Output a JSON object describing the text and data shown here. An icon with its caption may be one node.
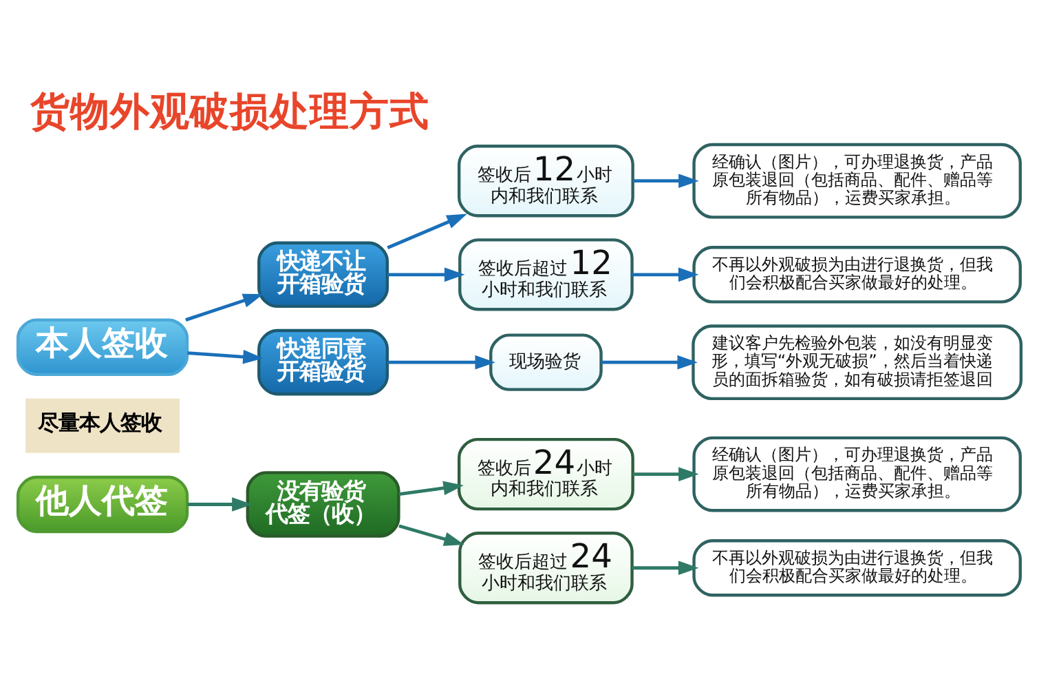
{
  "diagram": {
    "title": "货物外观破损处理方式",
    "nodes": [
      {
        "text": [
          "本人签收"
        ]
      },
      {
        "text": [
          "快递不让开箱验货"
        ]
      },
      {
        "text": [
          "签收后12小时内和我们联系"
        ]
      },
      {
        "text": [
          "经确认（图片），可办理退换货，产品原包装退回（包括商品、配件、赠品等所有物品），运费买家承担。"
        ]
      },
      {
        "text": [
          "签收后超过12小时和我们联系"
        ]
      },
      {
        "text": [
          "不再以外观破损为由进行退换货，但我们会积极配合买家做最好的处理。"
        ]
      },
      {
        "text": [
          "快递同意开箱验货"
        ]
      },
      {
        "text": [
          "现场验货"
        ]
      },
      {
        "text": [
          "建议客户先检验外包装，如没有明显变形，填写“外观无破损”，然后当着快递员的面拆箱验货，如有破损请拒签退回"
        ]
      },
      {
        "text": [
          "他人代签"
        ]
      },
      {
        "text": [
          "没有验货代签（收）"
        ]
      },
      {
        "text": [
          "签收后24小时内和我们联系"
        ]
      },
      {
        "text": [
          "经确认（图片），可办理退换货，产品原包装退回（包括商品、配件、赠品等所有物品），运费买家承担。"
        ]
      },
      {
        "text": [
          "签收后超过24小时和我们联系"
        ]
      },
      {
        "text": [
          "不再以外观破损为由进行退换货，但我们会积极配合买家做最好的处理。"
        ]
      }
    ],
    "edges": [
      {
        "from": 0,
        "to": 1,
        "arrow": "to"
      },
      {
        "from": 0,
        "to": 6,
        "arrow": "to"
      },
      {
        "from": 1,
        "to": 2,
        "arrow": "to"
      },
      {
        "from": 1,
        "to": 4,
        "arrow": "to"
      },
      {
        "from": 2,
        "to": 3,
        "arrow": "to"
      },
      {
        "from": 4,
        "to": 5,
        "arrow": "to"
      },
      {
        "from": 6,
        "to": 7,
        "arrow": "to"
      },
      {
        "from": 7,
        "to": 8,
        "arrow": "to"
      },
      {
        "from": 9,
        "to": 10,
        "arrow": "to",
        "color": "#2e7a66"
      },
      {
        "from": 10,
        "to": 11,
        "arrow": "to",
        "color": "#2e7a66"
      },
      {
        "from": 10,
        "to": 13,
        "arrow": "to",
        "color": "#2e7a66"
      },
      {
        "from": 11,
        "to": 12,
        "arrow": "to",
        "color": "#2e7a66"
      },
      {
        "from": 13,
        "to": 14,
        "arrow": "to",
        "color": "#2e7a66"
      }
    ],
    "labels": [
      "尽量本人签收"
    ]
  }
}
